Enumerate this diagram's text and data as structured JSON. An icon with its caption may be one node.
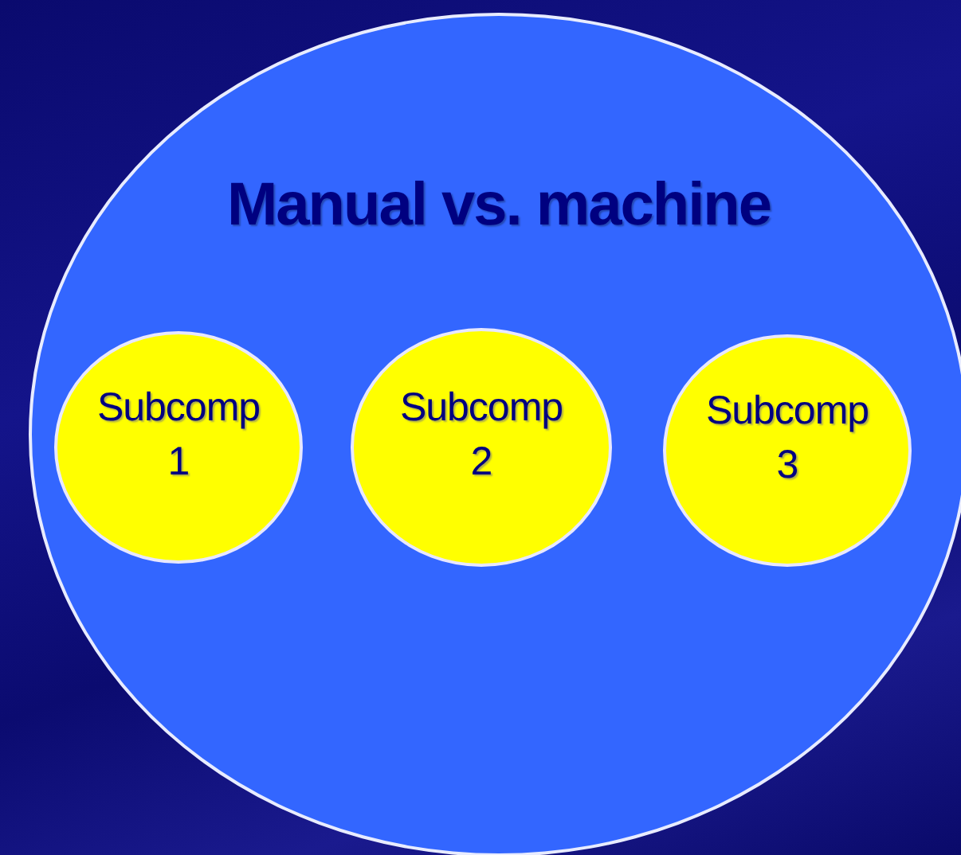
{
  "diagram": {
    "nodes": [
      {
        "text": [
          "Manual vs. machine"
        ]
      },
      {
        "text": [
          "Subcomp 1"
        ],
        "in": 0
      },
      {
        "text": [
          "Subcomp 2"
        ],
        "in": 0
      },
      {
        "text": [
          "Subcomp 3"
        ],
        "in": 0
      }
    ]
  }
}
